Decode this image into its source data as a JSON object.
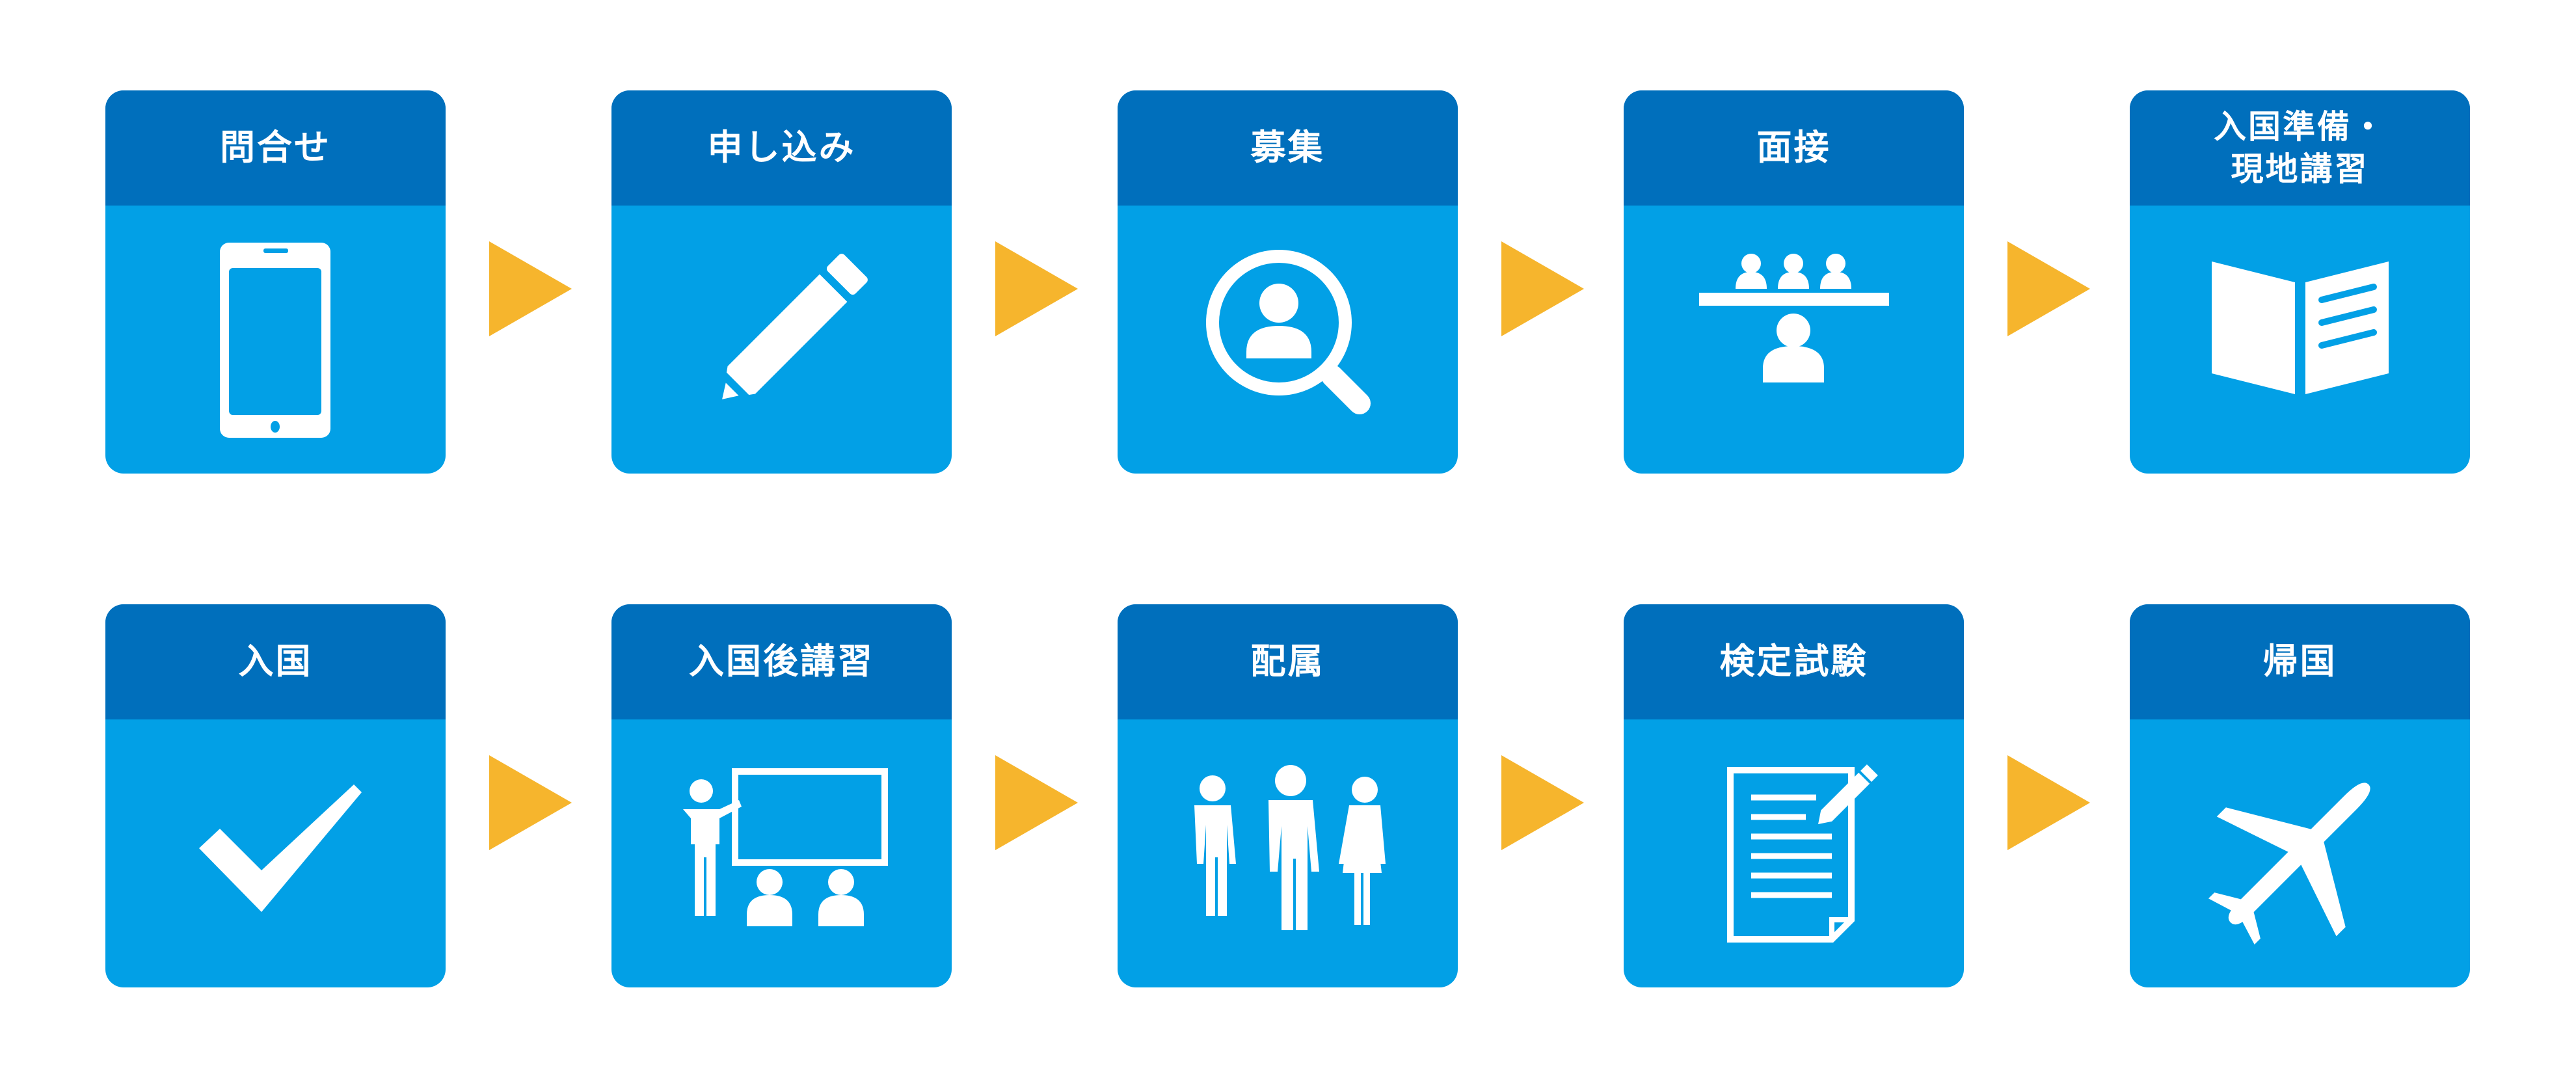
{
  "colors": {
    "header": "#006fbc",
    "body": "#02a0e6",
    "arrow": "#f6b52d"
  },
  "steps": [
    {
      "label": "問合せ",
      "icon": "smartphone-icon"
    },
    {
      "label": "申し込み",
      "icon": "pencil-icon"
    },
    {
      "label": "募集",
      "icon": "search-person-icon"
    },
    {
      "label": "面接",
      "icon": "interview-icon"
    },
    {
      "label": "入国準備・\n現地講習",
      "icon": "open-book-icon"
    },
    {
      "label": "入国",
      "icon": "checkmark-icon"
    },
    {
      "label": "入国後講習",
      "icon": "lecture-icon"
    },
    {
      "label": "配属",
      "icon": "workers-icon"
    },
    {
      "label": "検定試験",
      "icon": "exam-document-icon"
    },
    {
      "label": "帰国",
      "icon": "airplane-icon"
    }
  ]
}
